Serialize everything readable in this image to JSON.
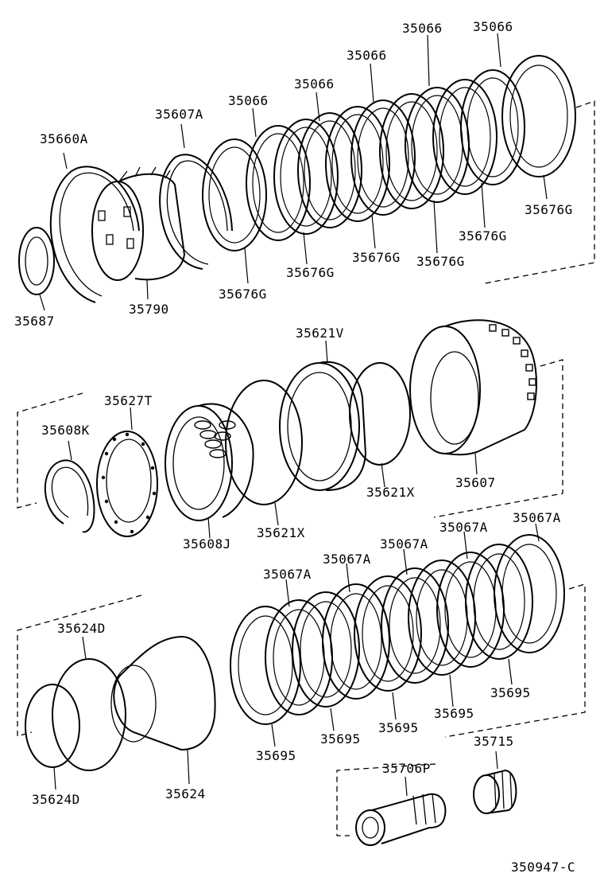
{
  "diagram_code": "350947-C",
  "labels": {
    "l35066a": "35066",
    "l35066b": "35066",
    "l35066c": "35066",
    "l35066d": "35066",
    "l35066e": "35066",
    "l35607A": "35607A",
    "l35660A": "35660A",
    "l35676G_a": "35676G",
    "l35676G_b": "35676G",
    "l35676G_c": "35676G",
    "l35676G_d": "35676G",
    "l35676G_e": "35676G",
    "l35676G_f": "35676G",
    "l35687": "35687",
    "l35790": "35790",
    "l35621V": "35621V",
    "l35627T": "35627T",
    "l35608K": "35608K",
    "l35621X_a": "35621X",
    "l35621X_b": "35621X",
    "l35607": "35607",
    "l35608J": "35608J",
    "l35067A_a": "35067A",
    "l35067A_b": "35067A",
    "l35067A_c": "35067A",
    "l35067A_d": "35067A",
    "l35067A_e": "35067A",
    "l35624D_a": "35624D",
    "l35624D_b": "35624D",
    "l35624": "35624",
    "l35695_a": "35695",
    "l35695_b": "35695",
    "l35695_c": "35695",
    "l35695_d": "35695",
    "l35695_e": "35695",
    "l35715": "35715",
    "l35706P": "35706P"
  }
}
